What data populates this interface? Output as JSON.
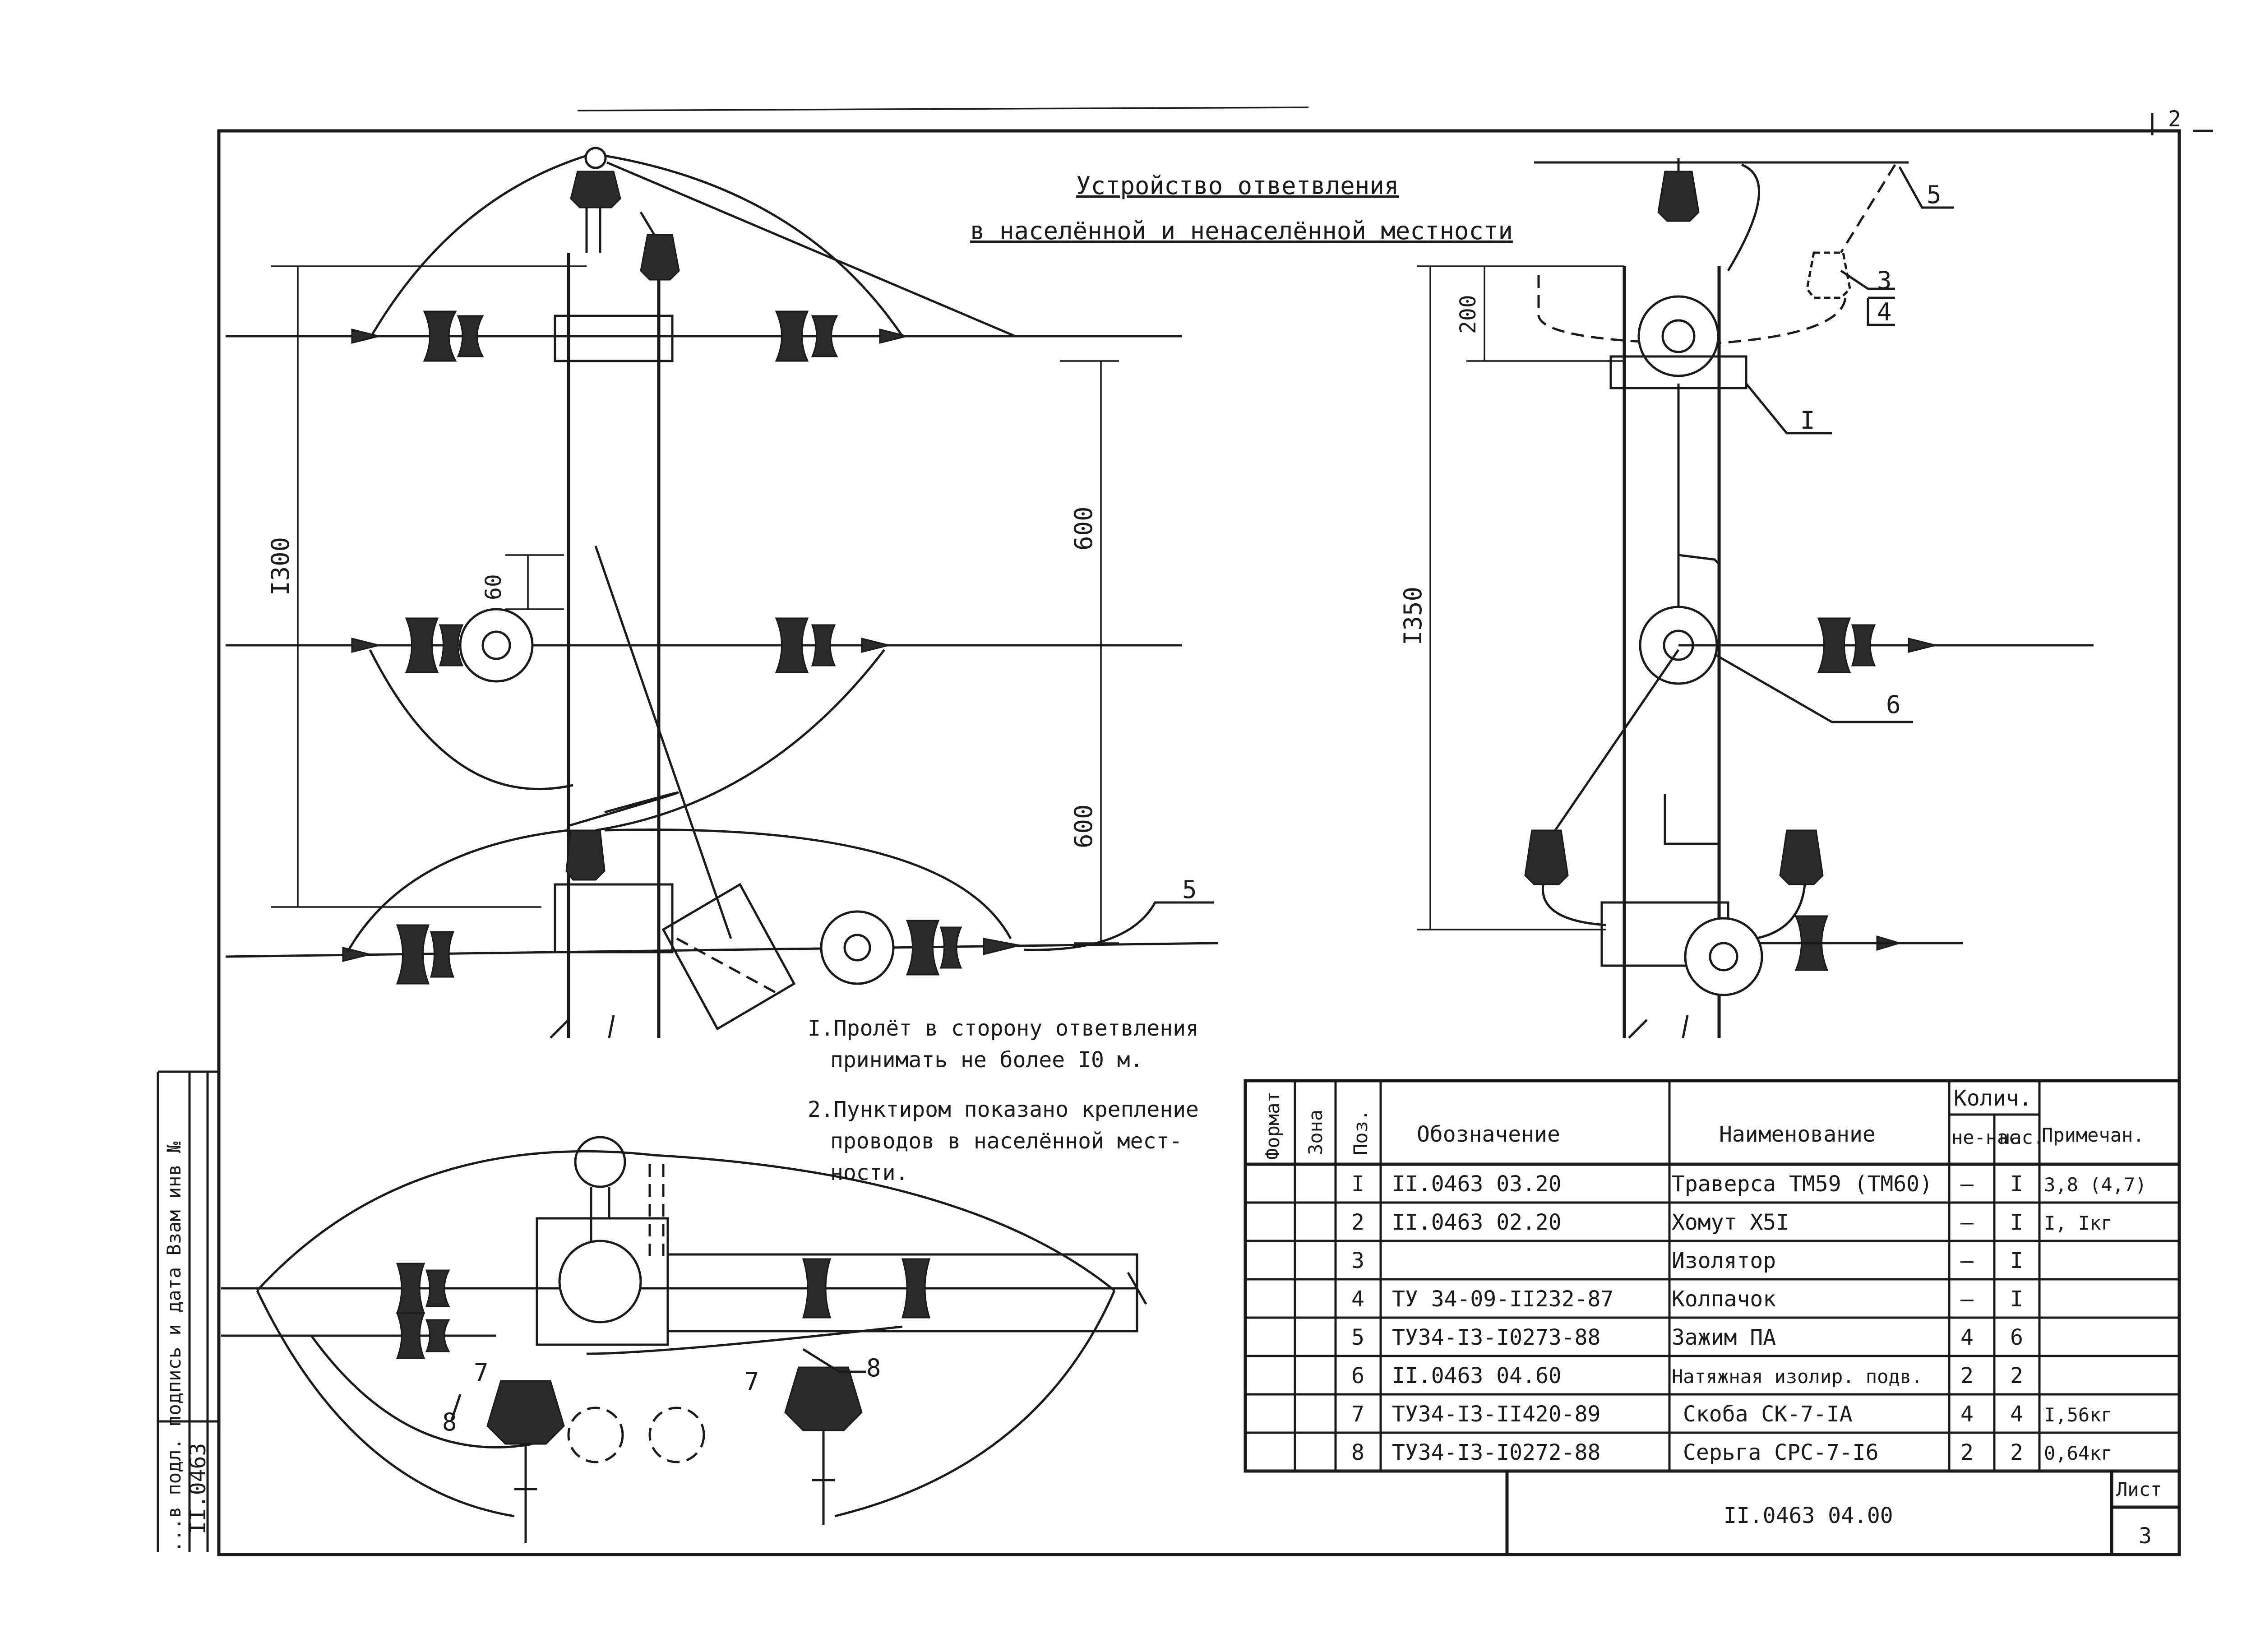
{
  "page_number": "2",
  "title": {
    "line1": "Устройство ответвления",
    "line2": "в населённой и ненаселённой местности"
  },
  "dimensions": {
    "d1300": "I300",
    "d600a": "600",
    "d600b": "600",
    "d60": "60",
    "d200": "200",
    "d1350": "I350"
  },
  "callouts": {
    "c5_top": "5",
    "c3": "3",
    "c4": "4",
    "c1": "I",
    "c6": "6",
    "c5_left": "5",
    "c7a": "7",
    "c7b": "7",
    "c8a": "8",
    "c8b": "8"
  },
  "notes": {
    "n1_line1": "I.Пролёт в сторону ответвления",
    "n1_line2": "принимать не более I0 м.",
    "n2_line1": "2.Пунктиром показано крепление",
    "n2_line2": "проводов в населённой мест-",
    "n2_line3": "ности."
  },
  "side_margin": {
    "stamp_text": "...в подл. подпись и дата Взам инв №",
    "doc_code": "II.0463"
  },
  "table": {
    "headers": {
      "format": "Формат",
      "zone": "Зона",
      "pos": "Поз.",
      "designation": "Обозначение",
      "name": "Наименование",
      "qty": "Колич.",
      "qty_unpop": "не-нас",
      "qty_pop": "нас.",
      "note": "Примечан."
    },
    "rows": [
      {
        "pos": "I",
        "designation": "II.0463 03.20",
        "name": "Траверса ТМ59 (ТМ60)",
        "q1": "—",
        "q2": "I",
        "note": "3,8 (4,7)"
      },
      {
        "pos": "2",
        "designation": "II.0463 02.20",
        "name": "Хомут Х5I",
        "q1": "—",
        "q2": "I",
        "note": "I, Iкг"
      },
      {
        "pos": "3",
        "designation": "",
        "name": "Изолятор",
        "q1": "—",
        "q2": "I",
        "note": ""
      },
      {
        "pos": "4",
        "designation": "ТУ 34-09-II232-87",
        "name": "Колпачок",
        "q1": "—",
        "q2": "I",
        "note": ""
      },
      {
        "pos": "5",
        "designation": "ТУ34-I3-I0273-88",
        "name": "Зажим ПА",
        "q1": "4",
        "q2": "6",
        "note": ""
      },
      {
        "pos": "6",
        "designation": "II.0463 04.60",
        "name": "Натяжная изолир. подв.",
        "q1": "2",
        "q2": "2",
        "note": ""
      },
      {
        "pos": "7",
        "designation": "ТУ34-I3-II420-89",
        "name": "Скоба СК-7-IА",
        "q1": "4",
        "q2": "4",
        "note": "I,56кг"
      },
      {
        "pos": "8",
        "designation": "ТУ34-I3-I0272-88",
        "name": "Серьга СРС-7-I6",
        "q1": "2",
        "q2": "2",
        "note": "0,64кг"
      }
    ]
  },
  "stamp": {
    "doc": "II.0463 04.00",
    "sheet_label": "Лист",
    "sheet": "3"
  }
}
